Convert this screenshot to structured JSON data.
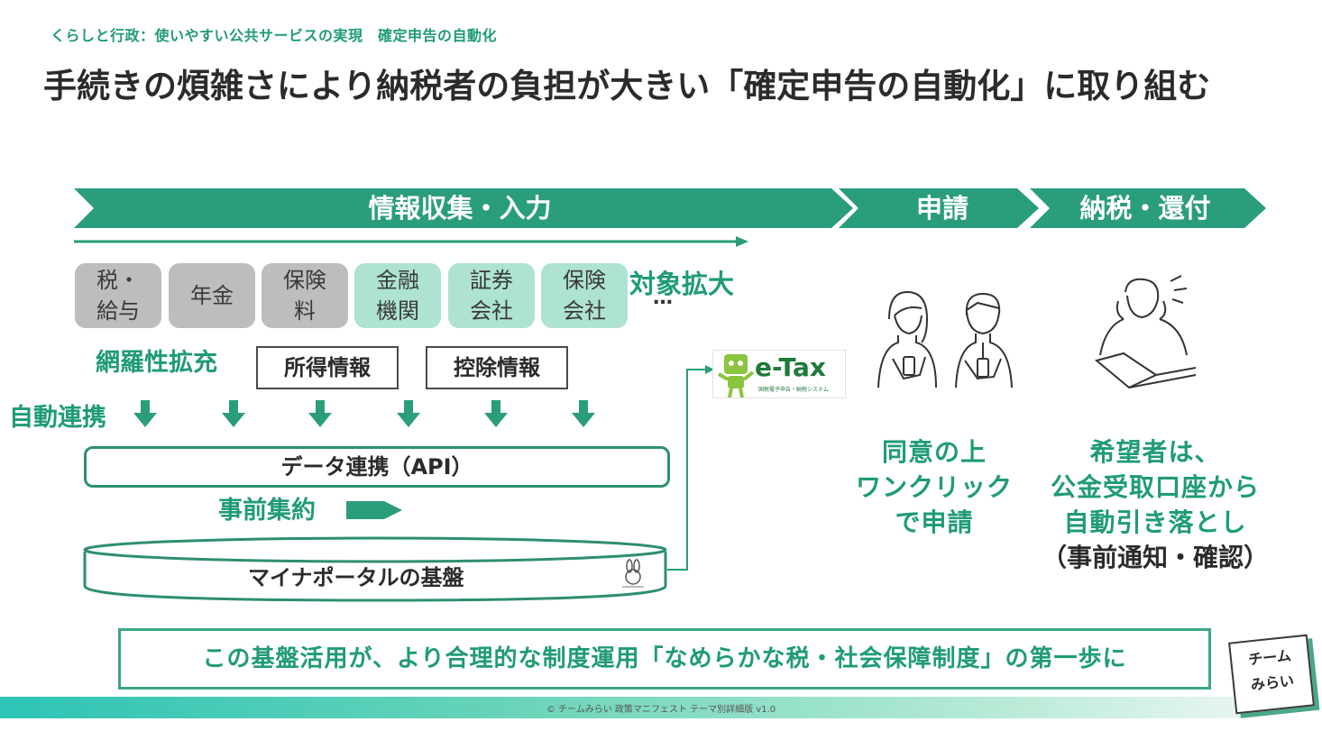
{
  "breadcrumb": "くらしと行政：使いやすい公共サービスの実現　確定申告の自動化",
  "title": "手続きの煩雑さにより納税者の負担が大きい「確定申告の自動化」に取り組む",
  "phases": [
    {
      "label": "情報収集・入力"
    },
    {
      "label": "申請"
    },
    {
      "label": "納税・還付"
    }
  ],
  "sources": [
    {
      "label": "税・\n給与",
      "color": "gray"
    },
    {
      "label": "年金",
      "color": "gray"
    },
    {
      "label": "保険\n料",
      "color": "gray"
    },
    {
      "label": "金融\n機関",
      "color": "teal"
    },
    {
      "label": "証券\n会社",
      "color": "teal"
    },
    {
      "label": "保険\n会社",
      "color": "teal"
    }
  ],
  "expand": {
    "label": "対象拡大",
    "dots": "…"
  },
  "coverage_label": "網羅性拡充",
  "notes": {
    "income": "所得情報",
    "deduction": "控除情報"
  },
  "auto_link_label": "自動連携",
  "data_link_label": "データ連携（API）",
  "pre_aggregation_label": "事前集約",
  "platform_label": "マイナポータルの基盤",
  "etax": {
    "logo_text": "e-Tax",
    "sub_text": "国税電子申告・納税システム"
  },
  "apply_caption": [
    "同意の上",
    "ワンクリック",
    "で申請"
  ],
  "pay_caption": [
    "希望者は、",
    "公金受取口座から",
    "自動引き落とし"
  ],
  "pay_note": "（事前通知・確認）",
  "banner": "この基盤活用が、より合理的な制度運用「なめらかな税・社会保障制度」の第一歩に",
  "footer": "© チームみらい 政策マニフェスト テーマ別詳細版 v1.0",
  "logo": "チーム\nみらい",
  "colors": {
    "primary": "#1f9b78",
    "chevron": "#2a9d7c",
    "gray_box": "#bdbdbd",
    "teal_box": "#aee3d3"
  },
  "icons": [
    "down-arrow-icon",
    "arrow-right-icon",
    "etax-mascot-icon",
    "rabbit-mascot-icon",
    "people-phones-illustration",
    "person-laptop-illustration"
  ]
}
